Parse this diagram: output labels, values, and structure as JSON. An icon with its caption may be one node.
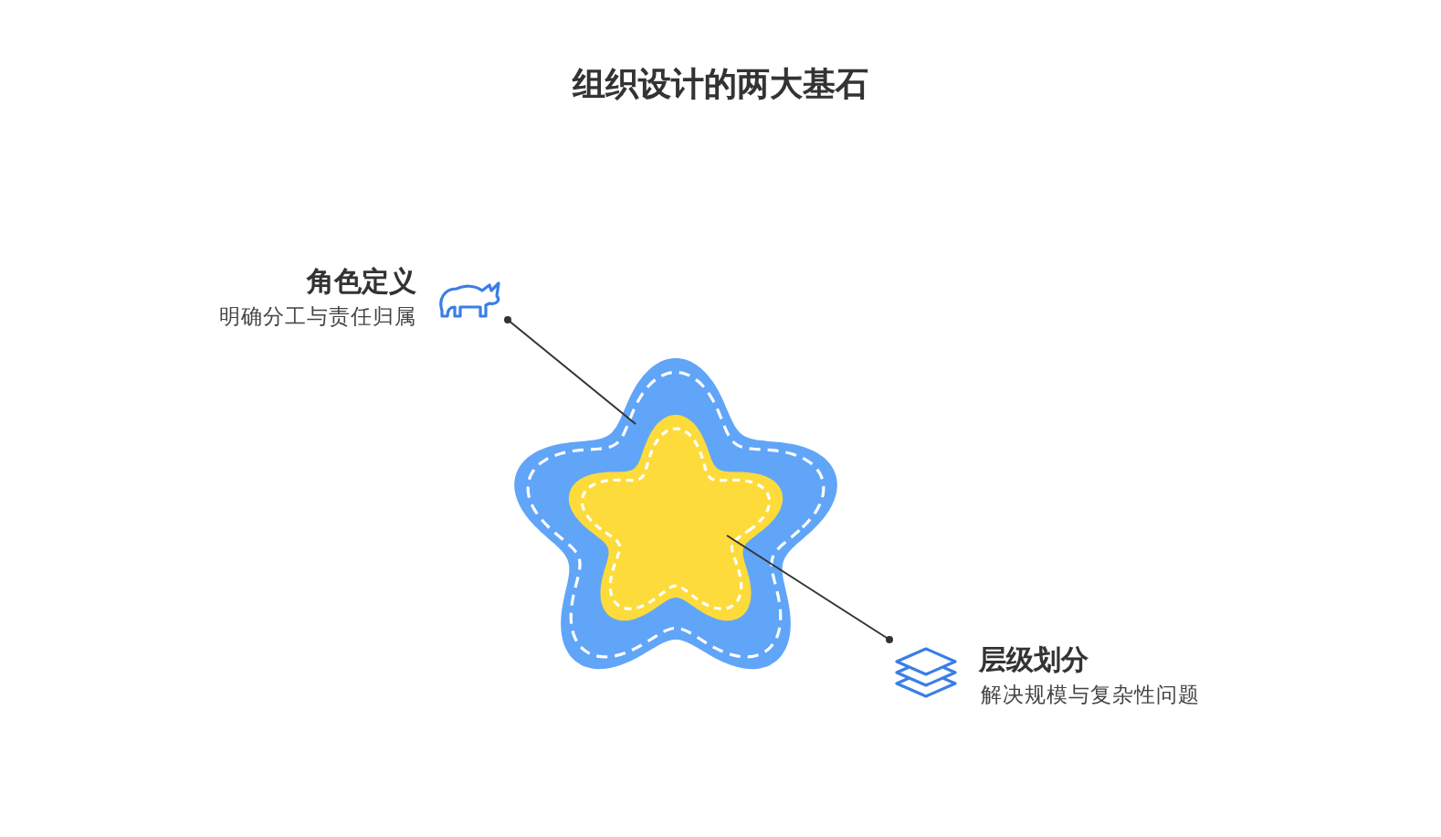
{
  "diagram": {
    "title": "组织设计的两大基石",
    "nodes": [
      {
        "text": [
          "角色定义",
          "明确分工与责任归属"
        ]
      },
      {
        "text": [],
        "shape": "flower"
      },
      {
        "text": [],
        "shape": "star",
        "in": 1
      },
      {
        "text": [
          "层级划分",
          "解决规模与复杂性问题"
        ]
      }
    ],
    "edges": [
      {
        "from": 0,
        "to": 1,
        "arrow": "other"
      },
      {
        "from": 3,
        "to": 2,
        "arrow": "other"
      }
    ]
  }
}
